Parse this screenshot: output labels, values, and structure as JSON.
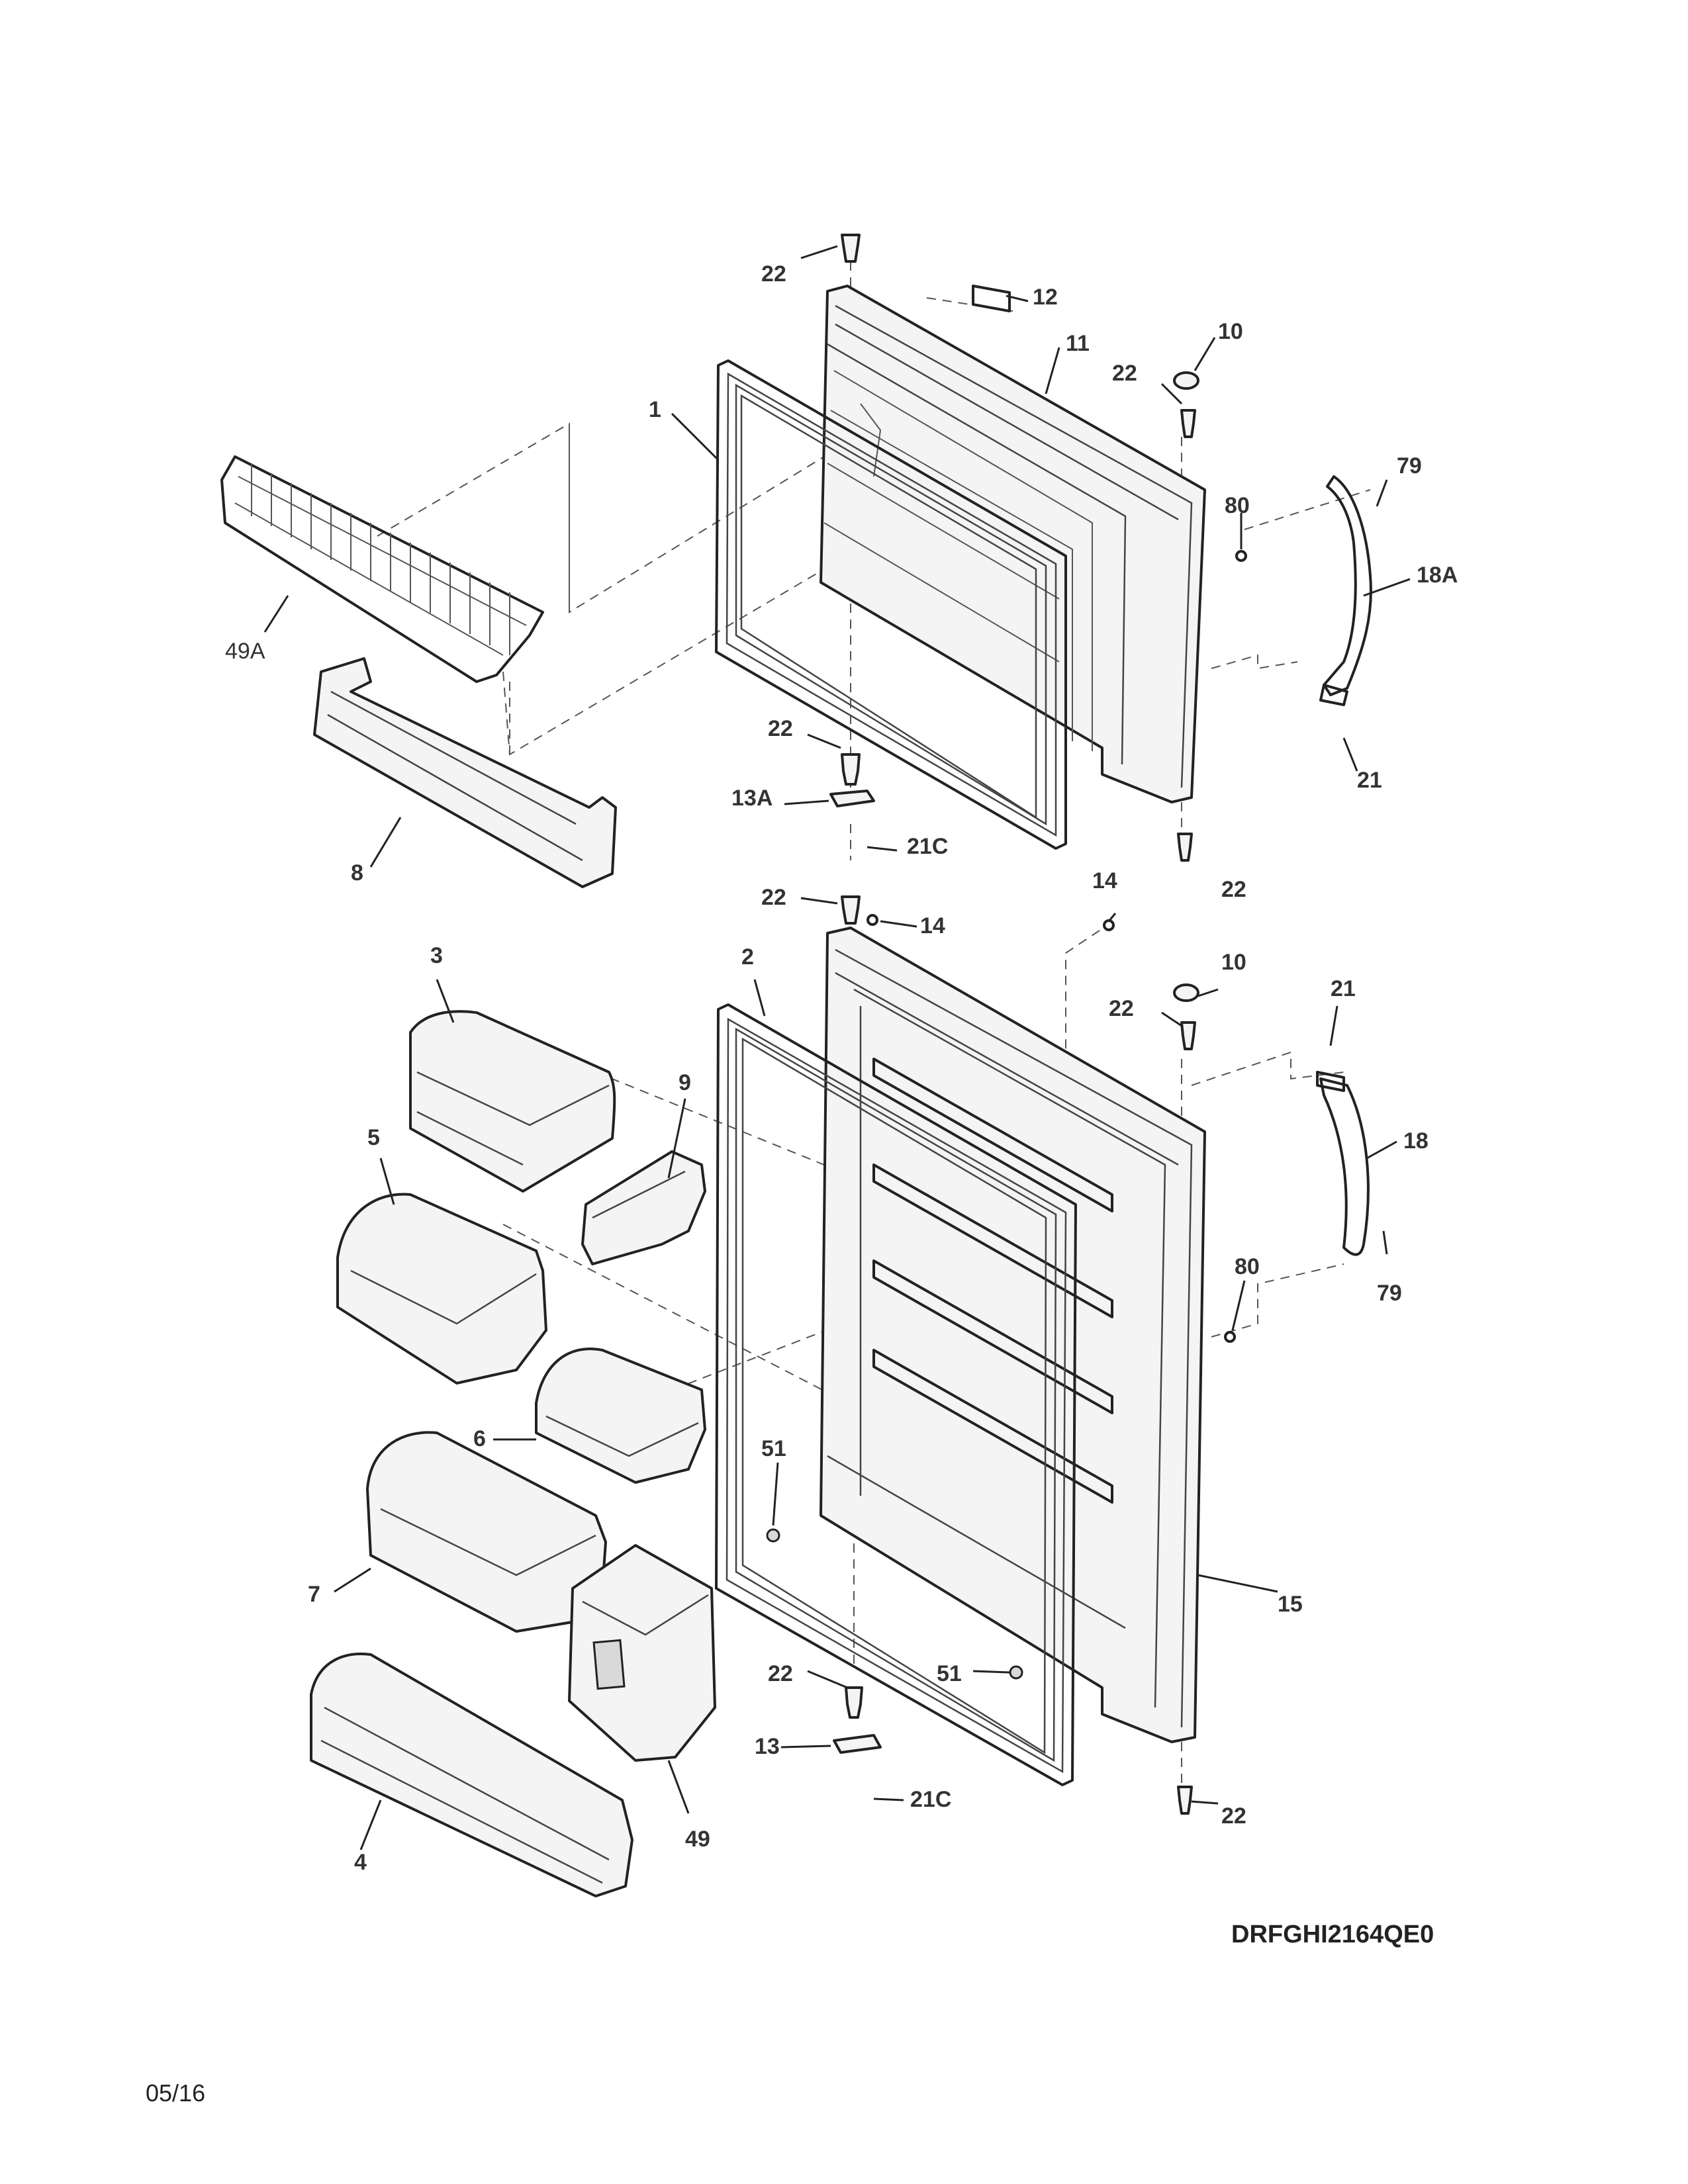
{
  "diagram_code": "DRFGHI2164QE0",
  "date": "05/16",
  "labels": {
    "p22_a": "22",
    "p12": "12",
    "p11": "11",
    "p10_a": "10",
    "p22_b": "22",
    "p1": "1",
    "p79_a": "79",
    "p80_a": "80",
    "p18A": "18A",
    "p49A": "49A",
    "p22_c": "22",
    "p13A": "13A",
    "p21_a": "21",
    "p21C_a": "21C",
    "p8": "8",
    "p22_d": "22",
    "p14_a": "14",
    "p22_e": "22",
    "p14_b": "14",
    "p3": "3",
    "p2": "2",
    "p10_b": "10",
    "p21_b": "21",
    "p22_f": "22",
    "p9": "9",
    "p5": "5",
    "p18": "18",
    "p80_b": "80",
    "p79_b": "79",
    "p6": "6",
    "p51_a": "51",
    "p7": "7",
    "p15": "15",
    "p22_g": "22",
    "p51_b": "51",
    "p13": "13",
    "p21C_b": "21C",
    "p22_h": "22",
    "p4": "4",
    "p49": "49"
  }
}
